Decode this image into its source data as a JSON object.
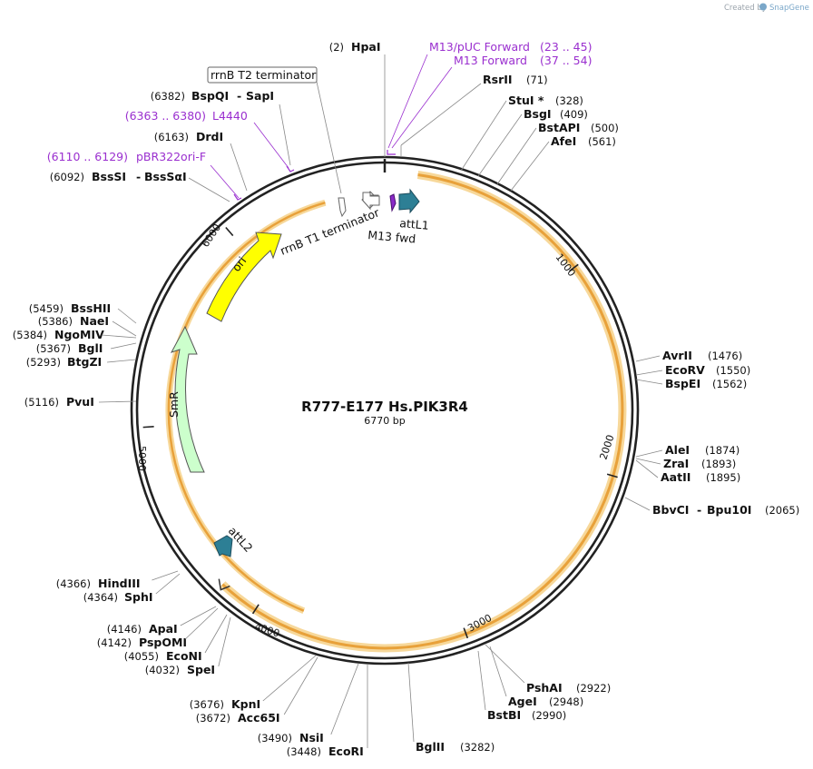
{
  "header": {
    "created_by": "Created by",
    "brand": "SnapGene"
  },
  "plasmid": {
    "name": "R777-E177 Hs.PIK3R4",
    "length_label": "6770 bp"
  },
  "ticks": [
    "1000",
    "2000",
    "3000",
    "4000",
    "5000",
    "6000"
  ],
  "enzymes_right": [
    {
      "pos": "(328)",
      "name": "StuI *"
    },
    {
      "pos": "(409)",
      "name": "BsgI"
    },
    {
      "pos": "(500)",
      "name": "BstAPI"
    },
    {
      "pos": "(561)",
      "name": "AfeI"
    },
    {
      "pos": "(1476)",
      "name": "AvrII"
    },
    {
      "pos": "(1550)",
      "name": "EcoRV"
    },
    {
      "pos": "(1562)",
      "name": "BspEI"
    },
    {
      "pos": "(1874)",
      "name": "AleI"
    },
    {
      "pos": "(1893)",
      "name": "ZraI"
    },
    {
      "pos": "(1895)",
      "name": "AatII"
    },
    {
      "pos": "(2065)",
      "name": "BbvCI",
      "name2": "Bpu10I"
    },
    {
      "pos": "(2922)",
      "name": "PshAI"
    },
    {
      "pos": "(2948)",
      "name": "AgeI"
    },
    {
      "pos": "(2990)",
      "name": "BstBI"
    },
    {
      "pos": "(3282)",
      "name": "BglII"
    }
  ],
  "enzymes_top": [
    {
      "pos": "(2)",
      "name": "HpaI"
    },
    {
      "pos": "(71)",
      "name": "RsrII"
    }
  ],
  "enzymes_left": [
    {
      "pos": "(6382)",
      "name": "BspQI",
      "name2": "SapI"
    },
    {
      "pos": "(6163)",
      "name": "DrdI"
    },
    {
      "pos": "(6092)",
      "name": "BssSI",
      "name2": "BssSαI"
    },
    {
      "pos": "(5459)",
      "name": "BssHII"
    },
    {
      "pos": "(5386)",
      "name": "NaeI"
    },
    {
      "pos": "(5384)",
      "name": "NgoMIV"
    },
    {
      "pos": "(5367)",
      "name": "BglI"
    },
    {
      "pos": "(5293)",
      "name": "BtgZI"
    },
    {
      "pos": "(5116)",
      "name": "PvuI"
    },
    {
      "pos": "(4366)",
      "name": "HindIII"
    },
    {
      "pos": "(4364)",
      "name": "SphI"
    },
    {
      "pos": "(4146)",
      "name": "ApaI"
    },
    {
      "pos": "(4142)",
      "name": "PspOMI"
    },
    {
      "pos": "(4055)",
      "name": "EcoNI"
    },
    {
      "pos": "(4032)",
      "name": "SpeI"
    },
    {
      "pos": "(3676)",
      "name": "KpnI"
    },
    {
      "pos": "(3672)",
      "name": "Acc65I"
    },
    {
      "pos": "(3490)",
      "name": "NsiI"
    },
    {
      "pos": "(3448)",
      "name": "EcoRI"
    }
  ],
  "primers": [
    {
      "name": "M13/pUC Forward",
      "range": "(23 .. 45)"
    },
    {
      "name": "M13 Forward",
      "range": "(37 .. 54)"
    },
    {
      "name": "L4440",
      "range": "(6363 .. 6380)"
    },
    {
      "name": "pBR322ori-F",
      "range": "(6110 .. 6129)"
    }
  ],
  "features": {
    "rrnb_t2": "rrnB T2 terminator",
    "rrnb_t1": "rrnB T1 terminator",
    "attl1": "attL1",
    "m13fwd": "M13 fwd",
    "ori": "ori",
    "smr": "SmR",
    "attl2": "attL2"
  },
  "colors": {
    "backbone": "#222222",
    "insert_orange": "#e8a13a",
    "insert_glow": "#f7d89a",
    "ori_yellow": "#ffff00",
    "smr_green": "#ccffcc",
    "att_teal": "#2d7f95",
    "primer_purple": "#9a2fcf",
    "leader_gray": "#888888"
  }
}
